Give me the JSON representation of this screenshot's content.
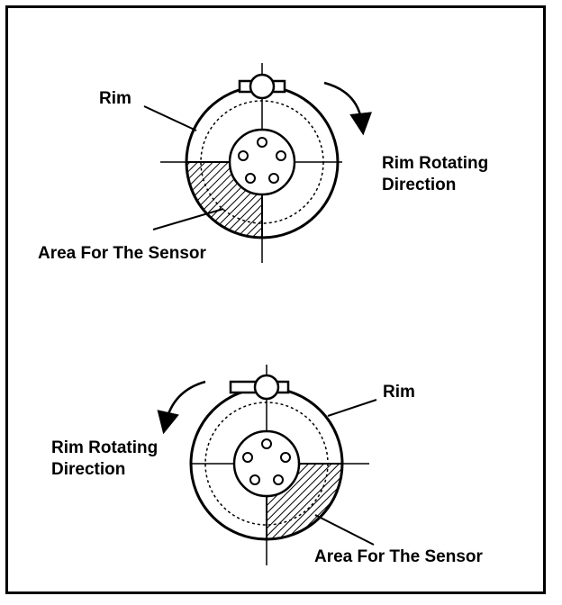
{
  "labels": {
    "top_rim": "Rim",
    "top_rotating_line1": "Rim Rotating",
    "top_rotating_line2": "Direction",
    "top_sensor": "Area For The Sensor",
    "bottom_rim": "Rim",
    "bottom_rotating_line1": "Rim Rotating",
    "bottom_rotating_line2": "Direction",
    "bottom_sensor": "Area For The Sensor"
  },
  "diagrams": [
    {
      "id": "top",
      "rotation": "clockwise",
      "sensor_quadrant": "bottom-left"
    },
    {
      "id": "bottom",
      "rotation": "counter-clockwise",
      "sensor_quadrant": "bottom-right"
    }
  ],
  "colors": {
    "ink": "#000000",
    "background": "#ffffff"
  }
}
